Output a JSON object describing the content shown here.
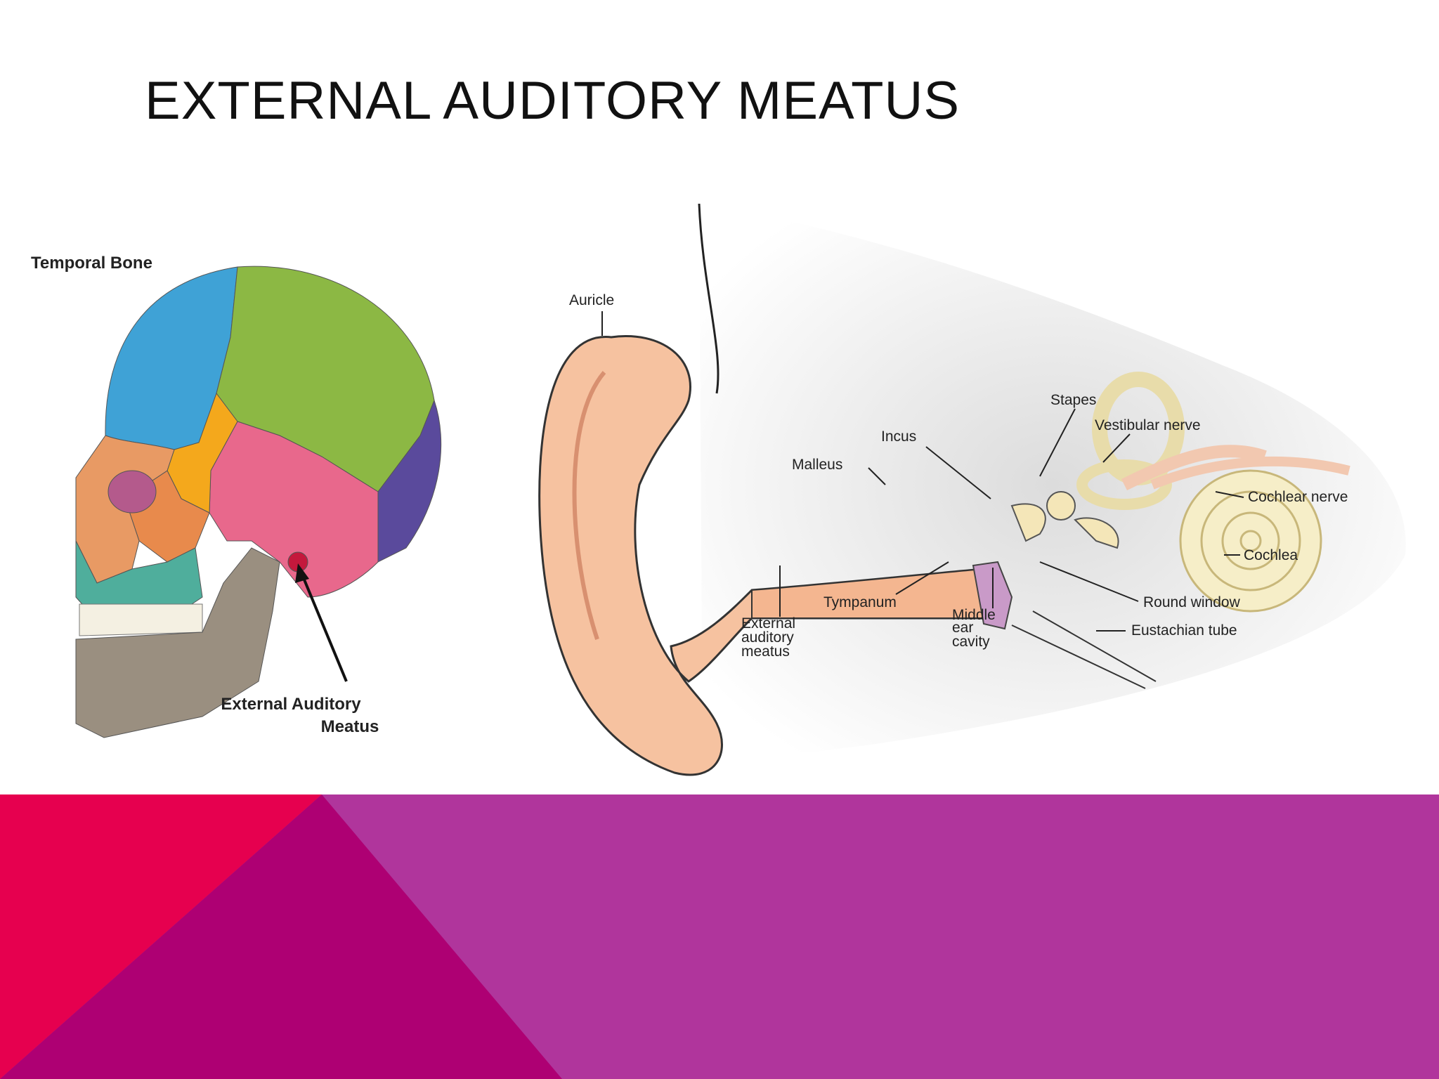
{
  "slide": {
    "title": "EXTERNAL AUDITORY MEATUS",
    "colors": {
      "pink": "#e6004f",
      "magenta": "#ae0073",
      "purple": "#b0359c",
      "background": "#ffffff"
    }
  },
  "skull_figure": {
    "heading": "Temporal Bone",
    "label_line1": "External Auditory",
    "label_line2": "Meatus"
  },
  "ear_figure": {
    "labels": {
      "auricle": "Auricle",
      "stapes": "Stapes",
      "vestibular_nerve": "Vestibular nerve",
      "incus": "Incus",
      "malleus": "Malleus",
      "cochlear_nerve": "Cochlear nerve",
      "cochlea": "Cochlea",
      "tympanum": "Tympanum",
      "middle_ear_cavity_1": "Middle",
      "middle_ear_cavity_2": "ear",
      "middle_ear_cavity_3": "cavity",
      "round_window": "Round window",
      "eustachian_tube": "Eustachian tube",
      "eam_1": "External",
      "eam_2": "auditory",
      "eam_3": "meatus"
    }
  }
}
